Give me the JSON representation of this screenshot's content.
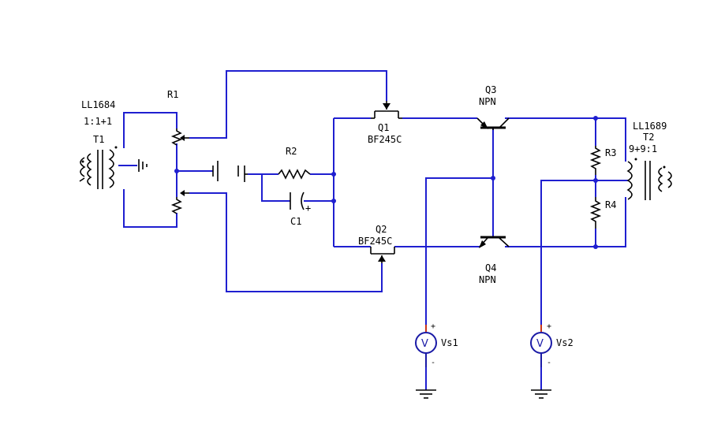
{
  "colors": {
    "wire": "#1f1fd0",
    "component": "#000000",
    "meter": "#1a1aa6",
    "meter_lead": "#c8361b"
  },
  "components": {
    "T1": {
      "ref": "T1",
      "model": "LL1684",
      "ratio": "1:1+1"
    },
    "T2": {
      "ref": "T2",
      "model": "LL1689",
      "ratio": "9+9:1"
    },
    "R1": {
      "ref": "R1"
    },
    "R2": {
      "ref": "R2"
    },
    "R3": {
      "ref": "R3"
    },
    "R4": {
      "ref": "R4"
    },
    "C1": {
      "ref": "C1",
      "polarity": "+"
    },
    "Q1": {
      "ref": "Q1",
      "part": "BF245C"
    },
    "Q2": {
      "ref": "Q2",
      "part": "BF245C"
    },
    "Q3": {
      "ref": "Q3",
      "type": "NPN"
    },
    "Q4": {
      "ref": "Q4",
      "type": "NPN"
    },
    "Vs1": {
      "ref": "Vs1",
      "symbol": "V",
      "plus": "+",
      "minus": "-"
    },
    "Vs2": {
      "ref": "Vs2",
      "symbol": "V",
      "plus": "+",
      "minus": "-"
    }
  }
}
